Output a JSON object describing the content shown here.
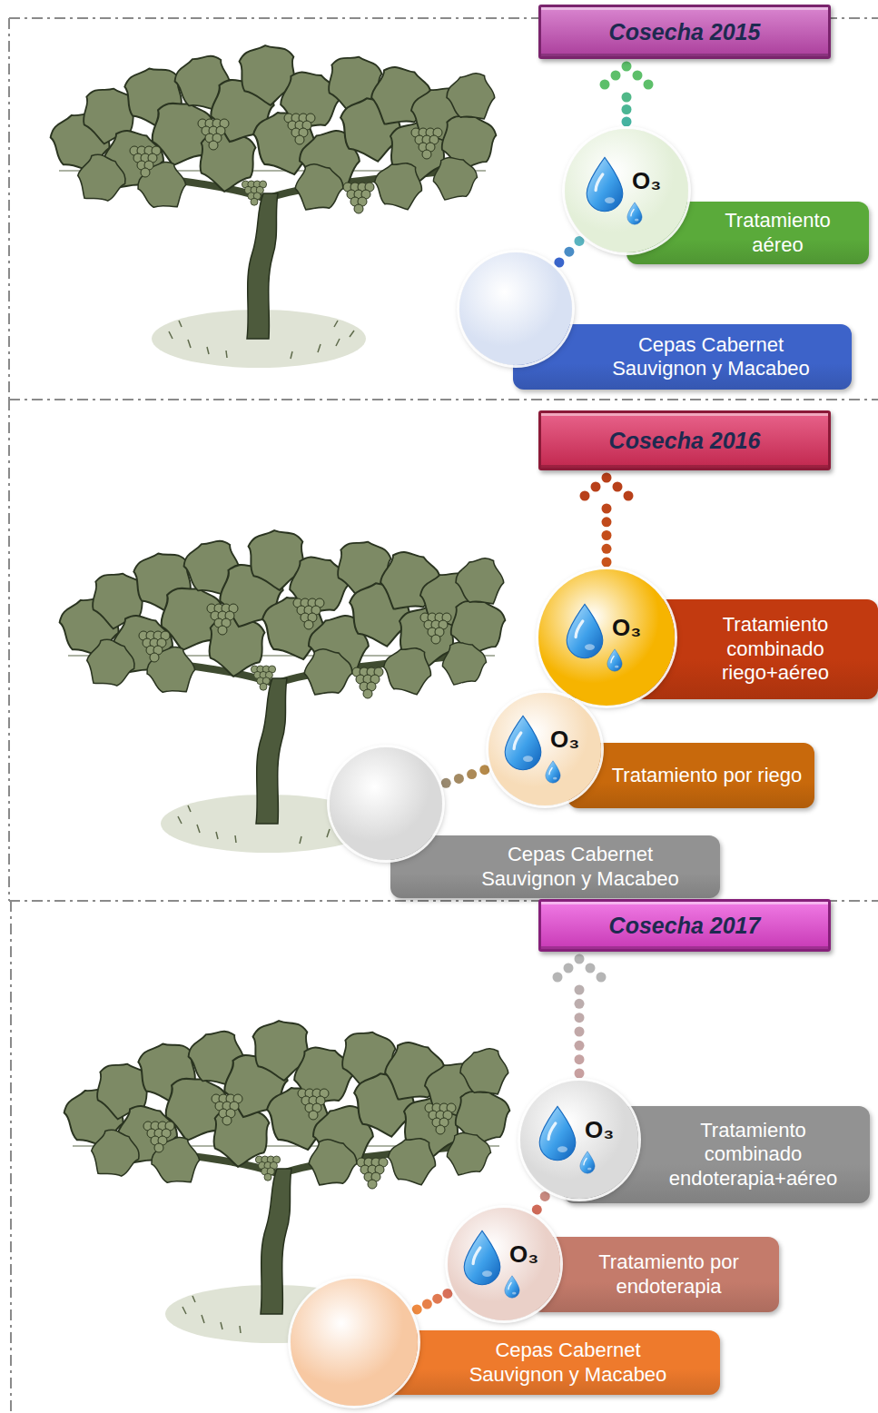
{
  "diagram": {
    "nodes": [
      {
        "text": [
          "Cosecha 2015"
        ]
      },
      {
        "text": [
          "O₃",
          "Tratamiento aéreo"
        ]
      },
      {
        "text": [
          "Cepas Cabernet Sauvignon y Macabeo"
        ]
      },
      {
        "text": [
          "Cosecha 2016"
        ]
      },
      {
        "text": [
          "O₃",
          "Tratamiento combinado riego+aéreo"
        ]
      },
      {
        "text": [
          "O₃",
          "Tratamiento por riego"
        ]
      },
      {
        "text": [
          "Cepas Cabernet Sauvignon y Macabeo"
        ]
      },
      {
        "text": [
          "Cosecha 2017"
        ]
      },
      {
        "text": [
          "O₃",
          "Tratamiento combinado endoterapia+aéreo"
        ]
      },
      {
        "text": [
          "O₃",
          "Tratamiento por endoterapia"
        ]
      },
      {
        "text": [
          "Cepas Cabernet Sauvignon y Macabeo"
        ]
      }
    ],
    "edges": [
      {
        "from": 2,
        "to": 1,
        "arrow": "none"
      },
      {
        "from": 1,
        "to": 0,
        "arrow": "to"
      },
      {
        "from": 6,
        "to": 5,
        "arrow": "none"
      },
      {
        "from": 5,
        "to": 4,
        "arrow": "none"
      },
      {
        "from": 4,
        "to": 3,
        "arrow": "to"
      },
      {
        "from": 10,
        "to": 9,
        "arrow": "none"
      },
      {
        "from": 9,
        "to": 8,
        "arrow": "none"
      },
      {
        "from": 8,
        "to": 7,
        "arrow": "to"
      }
    ]
  }
}
